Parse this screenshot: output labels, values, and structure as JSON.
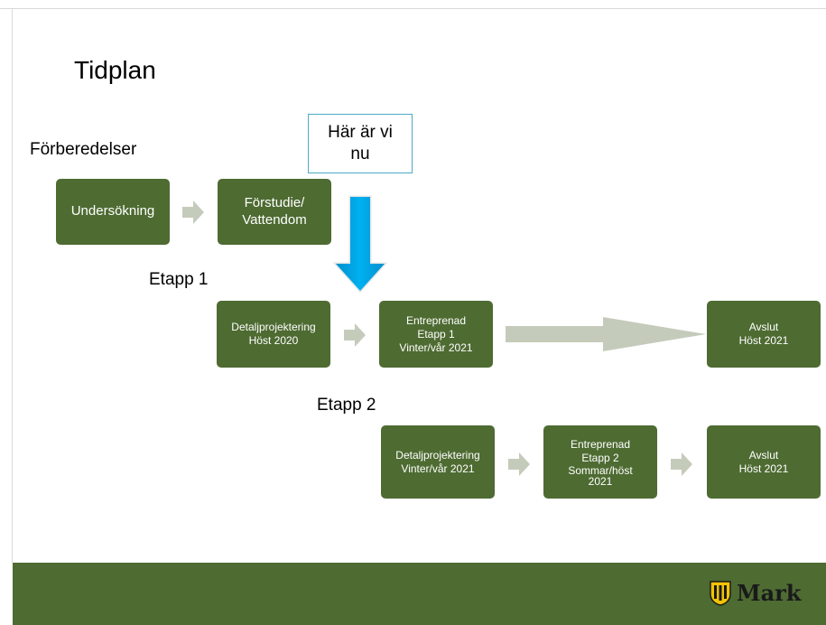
{
  "title": "Tidplan",
  "sections": {
    "forberedelser": "Förberedelser",
    "etapp1": "Etapp 1",
    "etapp2": "Etapp 2"
  },
  "callout": {
    "line1": "Här är vi",
    "line2": "nu"
  },
  "boxes": {
    "undersokning": [
      "Undersökning"
    ],
    "forstudie": [
      "Förstudie/",
      "Vattendom"
    ],
    "detalj1": [
      "Detaljprojektering",
      "Höst 2020"
    ],
    "entreprenad1": [
      "Entreprenad",
      "Etapp 1",
      "Vinter/vår 2021"
    ],
    "avslut1": [
      "Avslut",
      "Höst 2021"
    ],
    "detalj2": [
      "Detaljprojektering",
      "Vinter/vår 2021"
    ],
    "entreprenad2": [
      "Entreprenad",
      "Etapp 2",
      "Sommar/höst",
      "2021"
    ],
    "avslut2": [
      "Avslut",
      "Höst 2021"
    ]
  },
  "logo": {
    "text": "Mark"
  },
  "colors": {
    "box": "#4e6b32",
    "arrow": "#c5cbba",
    "callout_border": "#4bacc6",
    "blue_arrow": "#00b0f0"
  }
}
